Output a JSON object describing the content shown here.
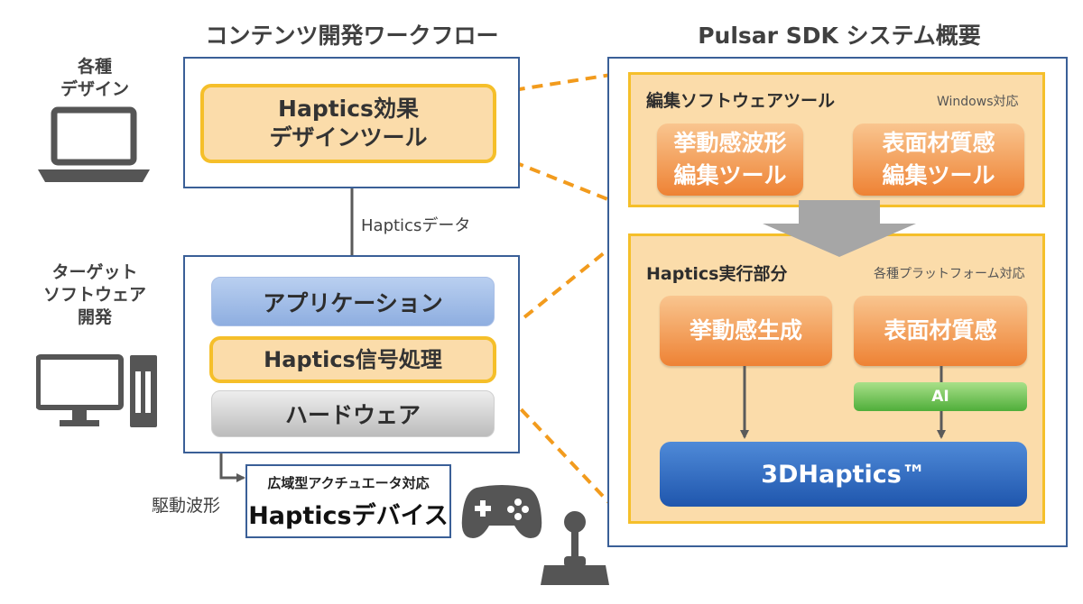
{
  "left": {
    "title": "コンテンツ開発ワークフロー",
    "designer_label": [
      "各種",
      "デザイン"
    ],
    "target_label": [
      "ターゲット",
      "ソフトウェア",
      "開発"
    ],
    "design_tool": [
      "Haptics効果",
      "デザインツール"
    ],
    "data_label": "Hapticsデータ",
    "app": "アプリケーション",
    "signal": "Haptics信号処理",
    "hardware": "ハードウェア",
    "drive_label": "駆動波形",
    "device_sub": "広域型アクチュエータ対応",
    "device_main": "Hapticsデバイス"
  },
  "right": {
    "title": "Pulsar SDK システム概要",
    "edit_panel": {
      "title": "編集ソフトウェアツール",
      "note": "Windows対応",
      "tool1": [
        "挙動感波形",
        "編集ツール"
      ],
      "tool2": [
        "表面材質感",
        "編集ツール"
      ]
    },
    "exec_panel": {
      "title": "Haptics実行部分",
      "note": "各種プラットフォーム対応",
      "gen": "挙動感生成",
      "surface": "表面材質感",
      "ai": "AI",
      "core": "3DHaptics™"
    }
  },
  "colors": {
    "frame_blue": "#3a5f97",
    "panel_orange": "#fbdcaa",
    "border_gold": "#f5bf2a",
    "button_orange": "#ee8234",
    "ai_green": "#4fae3a",
    "core_blue": "#1f56ad",
    "dashed_orange": "#f29b1d"
  },
  "icons": [
    "laptop-icon",
    "desktop-icon",
    "gamepad-icon",
    "joystick-icon"
  ]
}
